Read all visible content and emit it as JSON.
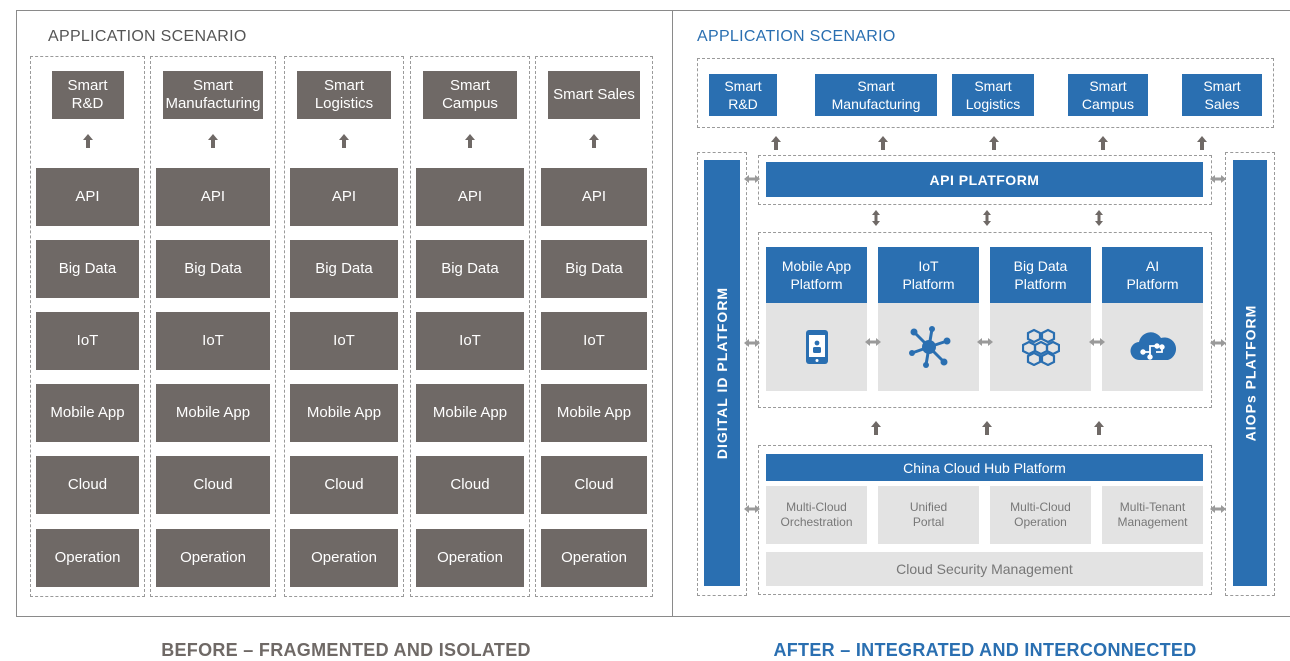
{
  "before": {
    "title": "APPLICATION SCENARIO",
    "caption": "BEFORE – FRAGMENTED AND ISOLATED",
    "columns": [
      {
        "app": "Smart\nR&D",
        "layers": [
          "API",
          "Big Data",
          "IoT",
          "Mobile App",
          "Cloud",
          "Operation"
        ]
      },
      {
        "app": "Smart\nManufacturing",
        "layers": [
          "API",
          "Big Data",
          "IoT",
          "Mobile App",
          "Cloud",
          "Operation"
        ]
      },
      {
        "app": "Smart\nLogistics",
        "layers": [
          "API",
          "Big Data",
          "IoT",
          "Mobile App",
          "Cloud",
          "Operation"
        ]
      },
      {
        "app": "Smart\nCampus",
        "layers": [
          "API",
          "Big Data",
          "IoT",
          "Mobile App",
          "Cloud",
          "Operation"
        ]
      },
      {
        "app": "Smart Sales",
        "layers": [
          "API",
          "Big Data",
          "IoT",
          "Mobile App",
          "Cloud",
          "Operation"
        ]
      }
    ]
  },
  "after": {
    "title": "APPLICATION SCENARIO",
    "caption": "AFTER – INTEGRATED AND INTERCONNECTED",
    "apps": [
      "Smart\nR&D",
      "Smart\nManufacturing",
      "Smart\nLogistics",
      "Smart\nCampus",
      "Smart\nSales"
    ],
    "api_platform": "API PLATFORM",
    "digital_id": "DIGITAL ID PLATFORM",
    "aiops": "AIOPs PLATFORM",
    "platforms": [
      "Mobile App\nPlatform",
      "IoT\nPlatform",
      "Big Data\nPlatform",
      "AI\nPlatform"
    ],
    "platform_icons": [
      "mobile-phone-icon",
      "iot-network-icon",
      "big-data-cubes-icon",
      "ai-brain-cloud-icon"
    ],
    "cloud_hub": "China Cloud Hub Platform",
    "cloud_services": [
      "Multi-Cloud\nOrchestration",
      "Unified\nPortal",
      "Multi-Cloud\nOperation",
      "Multi-Tenant\nManagement"
    ],
    "cloud_security": "Cloud Security Management"
  },
  "colors": {
    "gray_box": "#6f6966",
    "blue": "#2a6fb1",
    "light_gray": "#e3e3e3",
    "title_gray": "#555555",
    "caption_gray": "#6f6966"
  }
}
